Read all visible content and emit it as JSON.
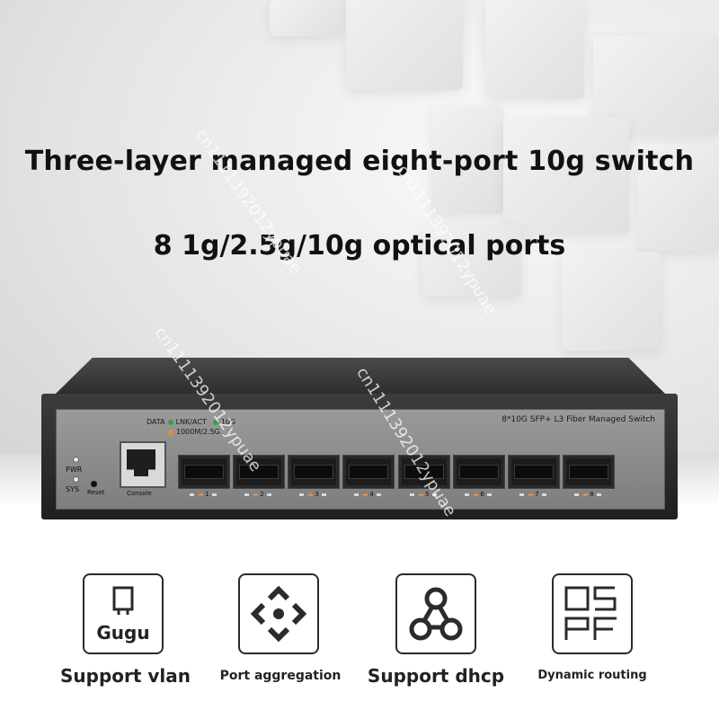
{
  "headline": {
    "title": "Three-layer managed eight-port 10g switch",
    "subtitle": "8 1g/2.5g/10g optical ports"
  },
  "switch": {
    "model": "8*10G SFP+ L3 Fiber Managed Switch",
    "legend_data": "DATA",
    "legend_lnk": "LNK/ACT",
    "legend_10g": "10G",
    "legend_1000": "1000M/2.5G",
    "pwr": "PWR",
    "sys": "SYS",
    "reset": "Reset",
    "console": "Console",
    "ports": [
      "1",
      "2",
      "3",
      "4",
      "5",
      "6",
      "7",
      "8"
    ],
    "colors": {
      "green": "#2fa44f",
      "orange": "#e08b3c"
    }
  },
  "watermark": "cn1111392012ypuae",
  "features": [
    {
      "icon": "vlan-icon",
      "icon_text": "Gugu",
      "label": "Support vlan"
    },
    {
      "icon": "aggregation-icon",
      "label": "Port aggregation"
    },
    {
      "icon": "dhcp-icon",
      "label": "Support dhcp"
    },
    {
      "icon": "ospf-icon",
      "label": "Dynamic routing"
    }
  ]
}
